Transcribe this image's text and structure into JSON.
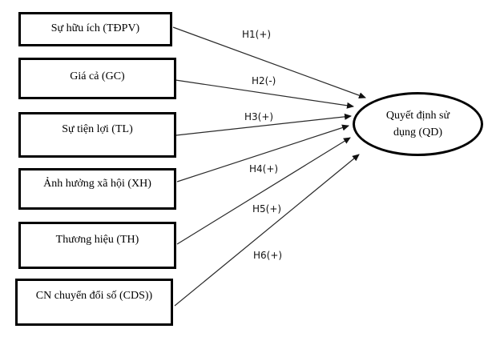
{
  "diagram": {
    "factors": [
      {
        "id": "TDPV",
        "label": "Sự hữu ích (TĐPV)"
      },
      {
        "id": "GC",
        "label": "Giá cả (GC)"
      },
      {
        "id": "TL",
        "label": "Sự tiện lợi (TL)"
      },
      {
        "id": "XH",
        "label": "Ảnh hưởng xã hội (XH)"
      },
      {
        "id": "TH",
        "label": "Thương hiệu (TH)"
      },
      {
        "id": "CDS",
        "label": "CN chuyển đổi số (CDS))"
      }
    ],
    "hypotheses": [
      {
        "label": "H1(+)"
      },
      {
        "label": "H2(-)"
      },
      {
        "label": "H3(+)"
      },
      {
        "label": "H4(+)"
      },
      {
        "label": "H5(+)"
      },
      {
        "label": "H6(+)"
      }
    ],
    "outcome": {
      "label": "Quyết định sử dụng (QD)",
      "lines": [
        "Quyết định sử",
        "dụng (QD)"
      ]
    },
    "colors": {
      "border": "#000000",
      "line": "#2a2a2a",
      "background": "#ffffff",
      "text": "#000000"
    }
  }
}
